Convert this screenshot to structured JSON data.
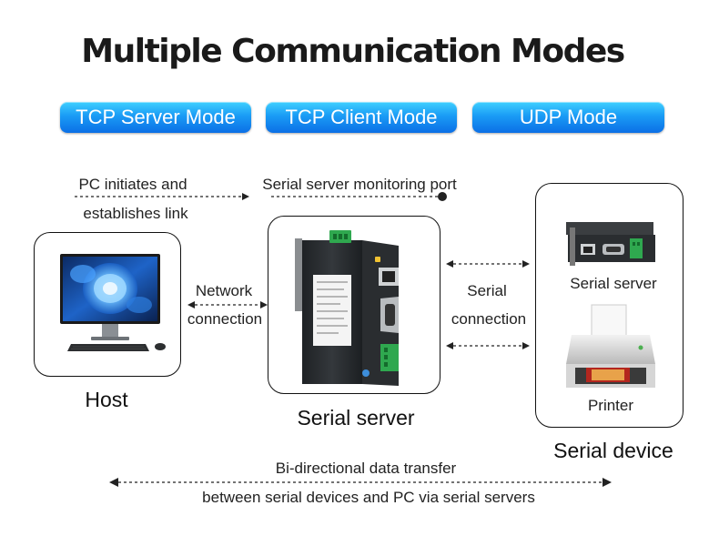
{
  "title": "Multiple Communication Modes",
  "modes": [
    {
      "label": "TCP Server Mode"
    },
    {
      "label": "TCP Client Mode"
    },
    {
      "label": "UDP Mode"
    }
  ],
  "annotations": {
    "pc_initiates_line1": "PC initiates and",
    "pc_initiates_line2": "establishes link",
    "monitoring_port": "Serial server monitoring port",
    "network_line1": "Network",
    "network_line2": "connection",
    "serial_line1": "Serial",
    "serial_line2": "connection",
    "bidirectional_line1": "Bi-directional data transfer",
    "bidirectional_line2": "between serial devices and PC via serial servers"
  },
  "nodes": {
    "host": "Host",
    "serial_server": "Serial server",
    "device_serial_server": "Serial server",
    "printer": "Printer",
    "serial_device": "Serial device"
  },
  "colors": {
    "button_top": "#3fd0ff",
    "button_bottom": "#0b6fe6",
    "device_body": "#2a2d30",
    "terminal_green": "#2fa84f"
  }
}
